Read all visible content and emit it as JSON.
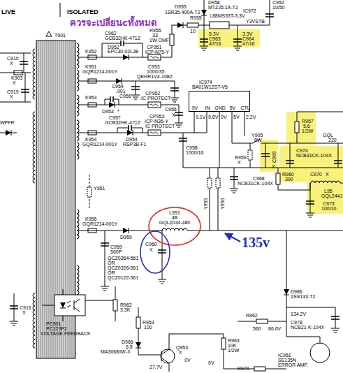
{
  "diagram": {
    "nodes": [
      {
        "text": [
          "IC974",
          "BA01W12ST-V5",
          "9V",
          "IN",
          "GND",
          "5V",
          "CTL"
        ]
      },
      {
        "text": [
          "L951",
          "4B",
          "GQL2034-480"
        ]
      },
      {
        "text": [
          "C960",
          "X"
        ]
      }
    ],
    "labels": [
      "LIVE",
      "ISOLATED",
      "ควรจะเปลี่ยนcทั้งหมด",
      "135v",
      "T901",
      "D958",
      "MTZJ5.1A-T2",
      "C952",
      "10/50",
      "D955",
      "1SR35-400A-T2",
      "R955",
      "10",
      "IC972",
      "L88MS33T-3.3V",
      "Y3VSTB",
      "5.3V",
      "3.3V",
      "C963",
      "47/16",
      "C964",
      "47/16",
      "R955",
      "33",
      "1W OMF",
      "K952",
      "C962",
      "GCB32HK-471Z",
      "D952",
      "EPC30-02L38",
      "CP951",
      "ICP-N75-Y",
      "K951",
      "GQR1214-001Y",
      "C953",
      "1000/35",
      "QEHR1V4-108Z",
      "C954",
      ".001",
      "C910",
      "X",
      "K903",
      "X",
      "C919",
      "X",
      "WPFR",
      "K953",
      "C956",
      "D953",
      "*",
      "CP952",
      "IC PROTECT",
      "C957",
      "GCB32HK-471Z",
      "CP953",
      "ICP-N36-Y",
      "IC PROTECT",
      "C955",
      "X",
      "K954",
      "GQR1214-001Y",
      "D954",
      "RSP3B-F1",
      "C958",
      "1000/16",
      "9.1V",
      "9.8V",
      "0V",
      "5V",
      "2.2V",
      "Y905",
      "8W",
      "R959",
      "X",
      "C969",
      "X",
      "C968",
      "NCB31CK-104X",
      "R957",
      "5.6",
      "1/2W",
      "C974",
      "NCB31CK-104X",
      "R960",
      "390",
      "C970",
      "X",
      "GQL",
      "220",
      "L95",
      "GQL244J",
      "C973",
      "100/10",
      "Y955",
      "Y956",
      "Y951",
      "K955",
      "GQR1214-001Y",
      "D959",
      "C959",
      "560P",
      "QCZ0364-561",
      "OR",
      "QCZ0326-561",
      "OR",
      "QCZ0122-561",
      "R962",
      "3.3K",
      "C916",
      "X",
      "PC901",
      "PC123F2",
      "VOLTAGE FEEDBACK",
      "R953",
      "100",
      "D966",
      "6.8",
      "MA3068/M/-X",
      "Q953",
      "X",
      "27.7V",
      "R963",
      "10K",
      "1/2W",
      "R970",
      "0V",
      "0V",
      "D986",
      "1SS133-T2",
      "134.2V",
      "R962",
      "560",
      "86.6V",
      "C978",
      "NCB21-K-104X",
      "IC951",
      "SE135N",
      "ERROR AMP."
    ]
  }
}
